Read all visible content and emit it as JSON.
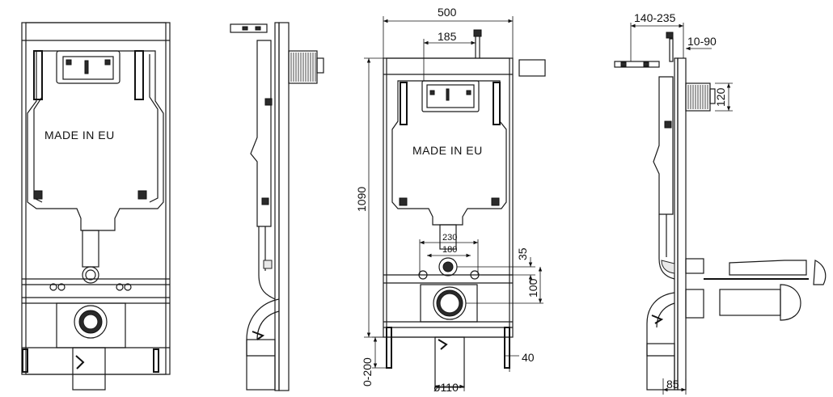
{
  "frame_marking": "MADE IN EU",
  "dimensions": {
    "width_total": "500",
    "button_offset": "185",
    "height_total": "1090",
    "feet_adjust": "0-200",
    "fixing_spacing_outer": "230",
    "fixing_spacing_inner": "180",
    "fixing_offset_35": "35",
    "drain_offset_100": "100",
    "foot_size_40": "40",
    "drain_diameter": "ø110",
    "depth_range": "140-235",
    "wall_offset": "10-90",
    "flush_box_height": "120",
    "drain_depth": "85"
  }
}
